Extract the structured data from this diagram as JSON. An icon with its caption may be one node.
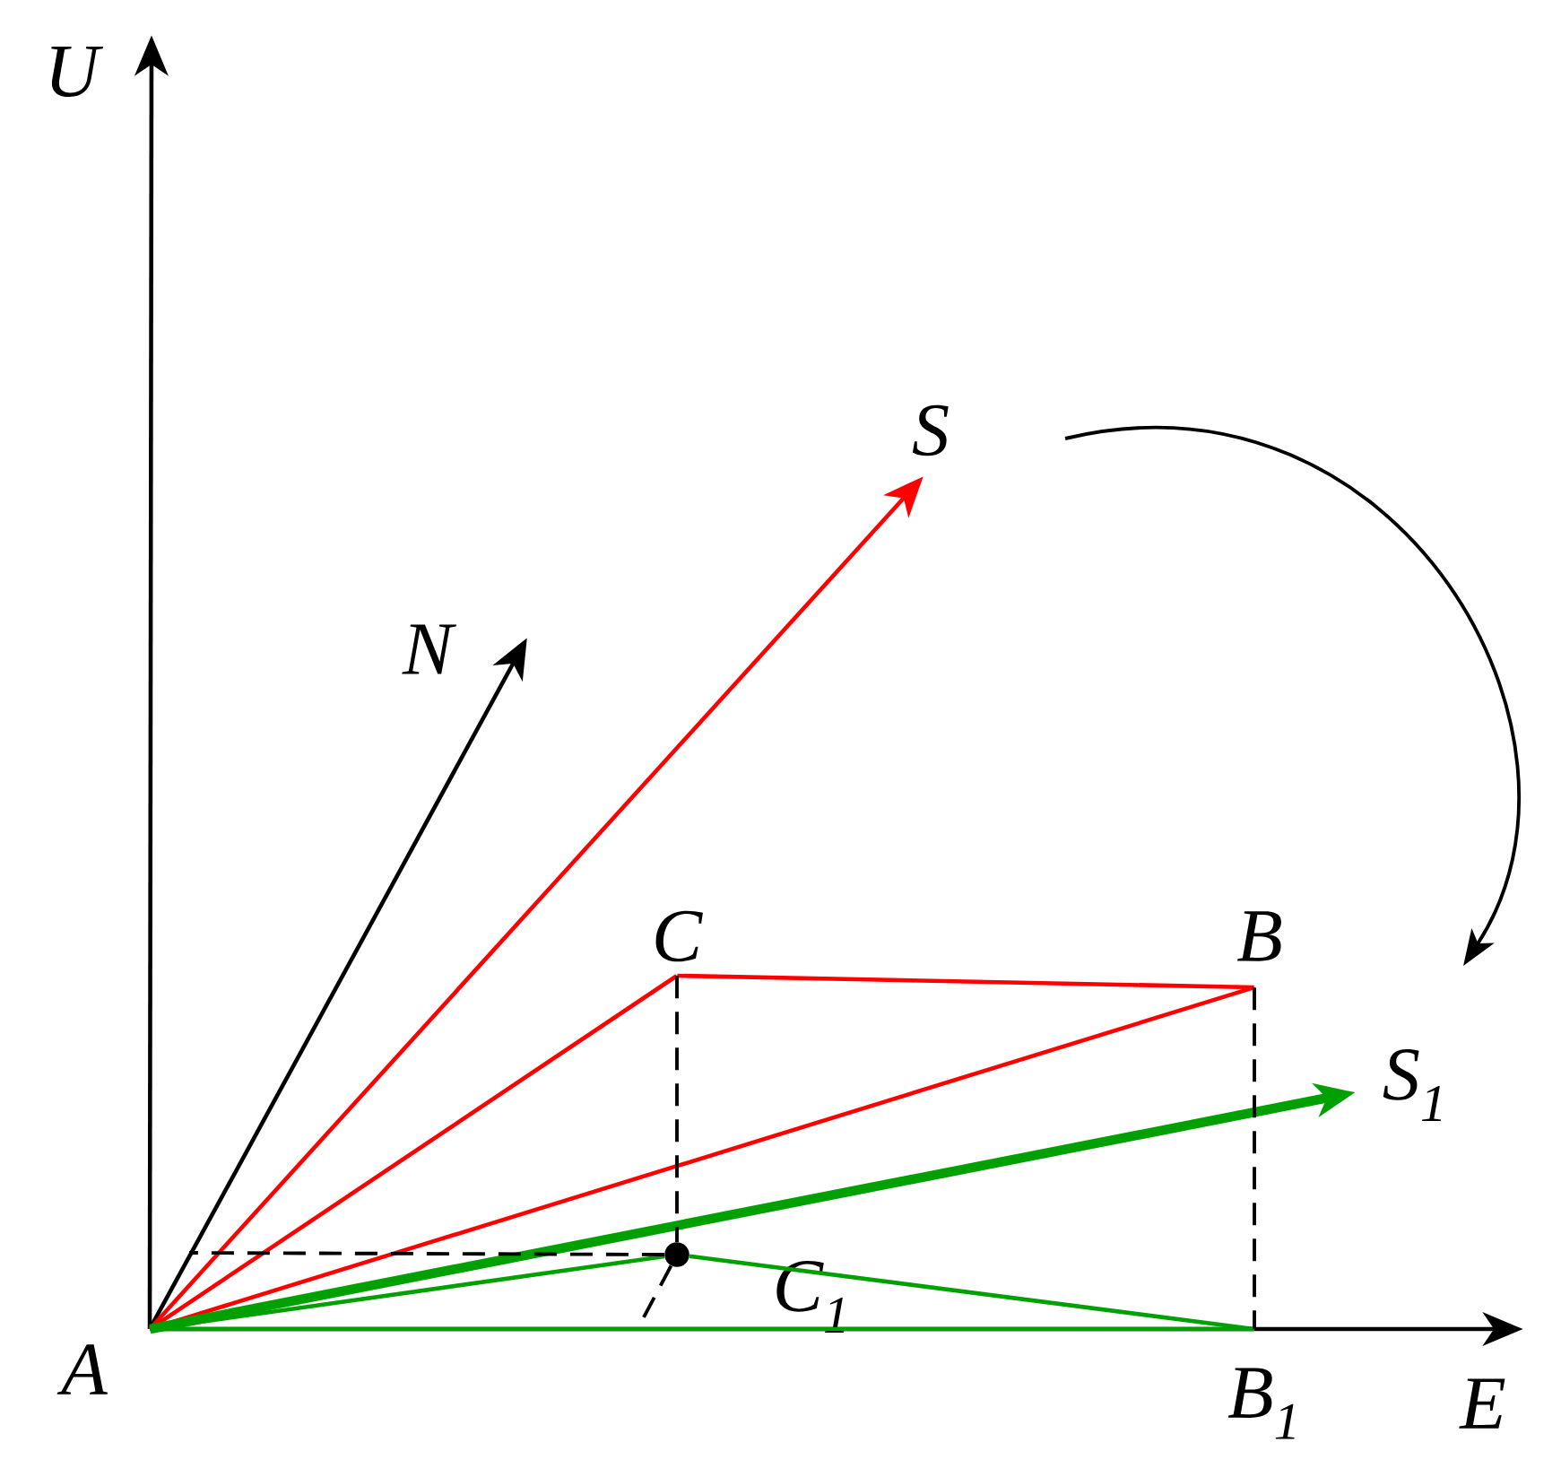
{
  "diagram": {
    "nodes": [
      {
        "text": [
          "U"
        ]
      },
      {
        "text": [
          "N"
        ]
      },
      {
        "text": [
          "S"
        ]
      },
      {
        "text": [
          "C"
        ]
      },
      {
        "text": [
          "B"
        ]
      },
      {
        "text": [
          "S$_{1}$"
        ]
      },
      {
        "text": [
          "C$_{1}$"
        ]
      },
      {
        "text": [
          "A"
        ]
      },
      {
        "text": [
          "B$_{1}$"
        ]
      },
      {
        "text": [
          "E"
        ]
      }
    ],
    "edges": [
      {
        "from": 7,
        "to": 0,
        "arrow": "to"
      },
      {
        "from": 7,
        "to": 9,
        "arrow": "to"
      },
      {
        "from": 7,
        "to": 1,
        "arrow": "to"
      },
      {
        "from": 7,
        "to": 2,
        "arrow": "to",
        "color": "#ff0000"
      },
      {
        "from": 7,
        "to": 3,
        "arrow": "none",
        "color": "#ff0000"
      },
      {
        "from": 3,
        "to": 4,
        "arrow": "none",
        "color": "#ff0000"
      },
      {
        "from": 7,
        "to": 4,
        "arrow": "none",
        "color": "#ff0000"
      },
      {
        "from": 7,
        "to": 5,
        "arrow": "to",
        "color": "#00a000",
        "style": "thick"
      },
      {
        "from": 7,
        "to": 6,
        "arrow": "none",
        "color": "#00a000"
      },
      {
        "from": 6,
        "to": 8,
        "arrow": "none",
        "color": "#00a000"
      },
      {
        "from": 7,
        "to": 8,
        "arrow": "none",
        "color": "#00a000"
      },
      {
        "from": 3,
        "to": 6,
        "arrow": "none",
        "style": "dashed"
      },
      {
        "from": 4,
        "to": 8,
        "arrow": "none",
        "style": "dashed"
      },
      {
        "from": 6,
        "to": null,
        "arrow": "none",
        "style": "dashed"
      },
      {
        "from": 6,
        "to": null,
        "arrow": "none",
        "style": "dashed"
      }
    ]
  }
}
